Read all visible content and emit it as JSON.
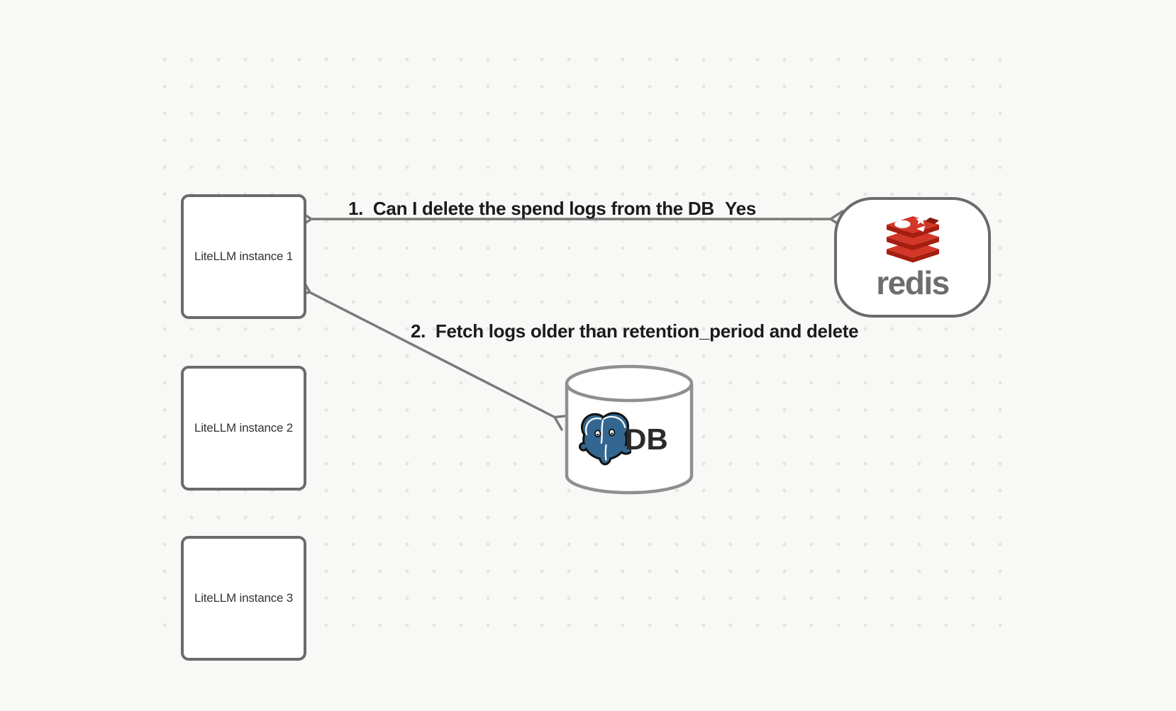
{
  "diagram": {
    "title_hint": "LiteLLM spend-log cleanup flow",
    "nodes": {
      "instances": [
        {
          "label": "LiteLLM instance 1"
        },
        {
          "label": "LiteLLM instance 2"
        },
        {
          "label": "LiteLLM instance 3"
        }
      ],
      "redis": {
        "label": "redis"
      },
      "database": {
        "label": "DB"
      }
    },
    "arrows": [
      {
        "from": "redis",
        "to": "LiteLLM instance 1",
        "label": "1.  Can I delete the spend logs from the DB",
        "response": "Yes"
      },
      {
        "from": "LiteLLM instance 1",
        "to": "DB",
        "label": "2.  Fetch logs older than retention_period and delete"
      }
    ],
    "colors": {
      "background": "#f8f8f7",
      "grid_dot": "#e3e3e1",
      "node_border": "#6b6b6b",
      "arrow": "#7a7a7a",
      "cylinder_stroke": "#8f8f8f",
      "redis_red": "#d33727",
      "redis_dark_red": "#a41e11",
      "redis_wordmark_gray": "#6d6d6d",
      "postgres_blue": "#336791",
      "label_text": "#1b1b1d"
    }
  }
}
